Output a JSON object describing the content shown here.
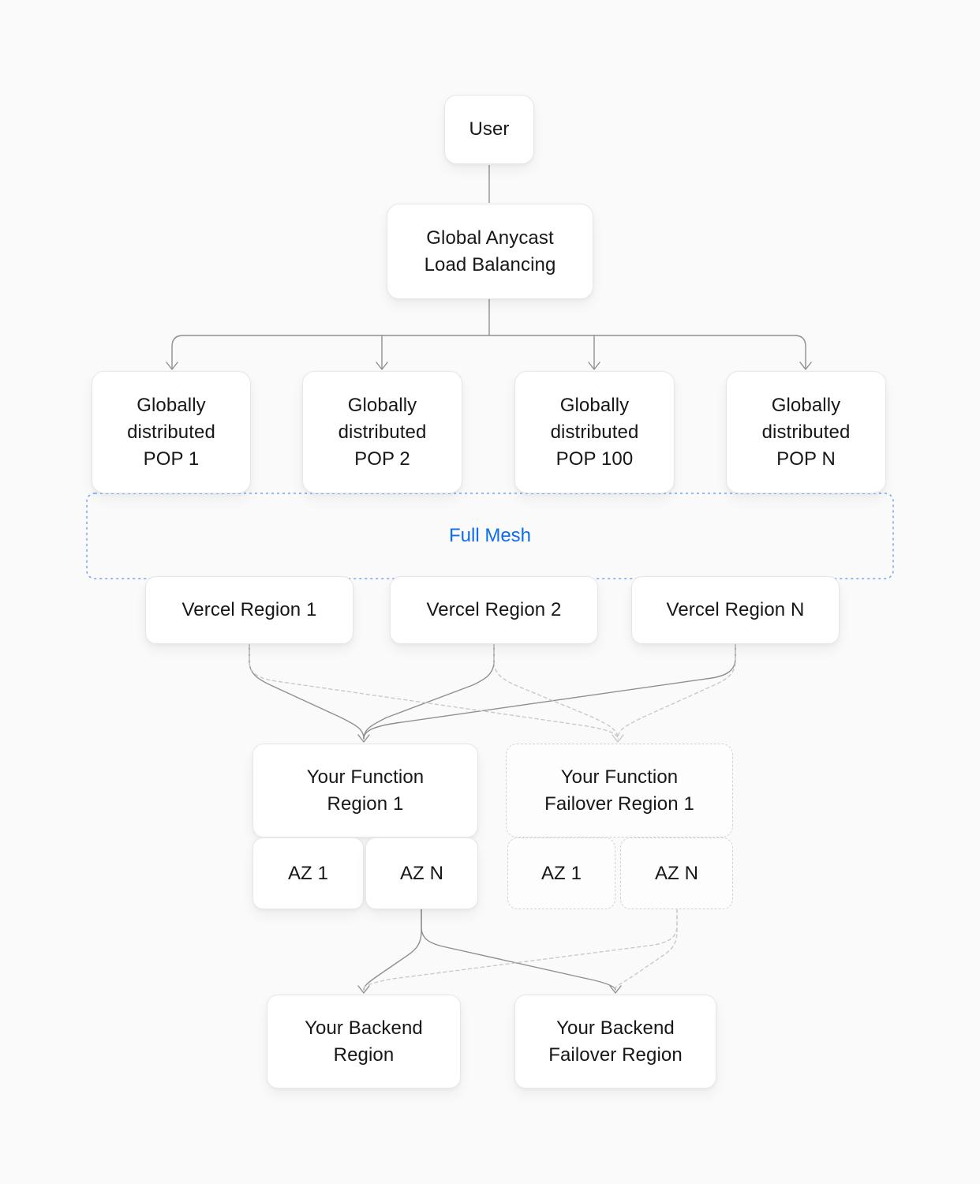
{
  "canvas": {
    "background": "#fafafa",
    "accent_blue": "#0c6df2",
    "mesh_border_blue": "#6fa6f6",
    "solid_line_gray": "#8f8f8f",
    "dashed_line_gray": "#c9c9c9",
    "box_border_gray": "#e7e7e7",
    "text_color": "#171717"
  },
  "nodes": {
    "user": {
      "label": "User"
    },
    "load_balancer": {
      "label": "Global Anycast\nLoad Balancing"
    },
    "pop_1": {
      "label": "Globally\ndistributed\nPOP 1"
    },
    "pop_2": {
      "label": "Globally\ndistributed\nPOP 2"
    },
    "pop_100": {
      "label": "Globally\ndistributed\nPOP 100"
    },
    "pop_n": {
      "label": "Globally\ndistributed\nPOP N"
    },
    "full_mesh": {
      "label": "Full Mesh"
    },
    "vercel_region_1": {
      "label": "Vercel Region 1"
    },
    "vercel_region_2": {
      "label": "Vercel Region 2"
    },
    "vercel_region_n": {
      "label": "Vercel Region N"
    },
    "function_region": {
      "label": "Your Function\nRegion 1"
    },
    "function_region_az_1": {
      "label": "AZ 1"
    },
    "function_region_az_n": {
      "label": "AZ N"
    },
    "function_failover_region": {
      "label": "Your Function\nFailover Region 1"
    },
    "function_failover_az_1": {
      "label": "AZ 1"
    },
    "function_failover_az_n": {
      "label": "AZ N"
    },
    "backend_region": {
      "label": "Your Backend\nRegion"
    },
    "backend_failover_region": {
      "label": "Your Backend\nFailover Region"
    }
  }
}
